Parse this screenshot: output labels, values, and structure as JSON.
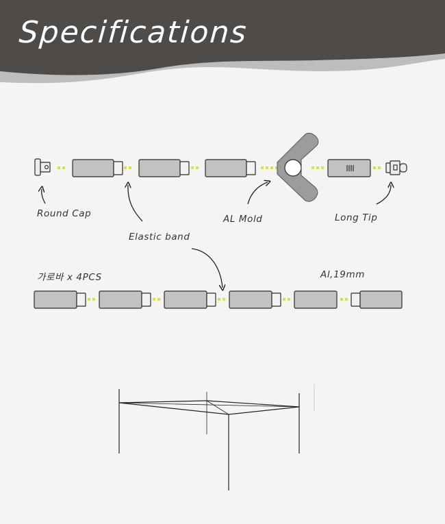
{
  "header": {
    "title": "Specifications",
    "background_color": "#4e4b48",
    "wave_color": "#bdbdbd"
  },
  "labels": {
    "round_cap": "Round Cap",
    "elastic_band": "Elastic band",
    "al_mold": "AL Mold",
    "long_tip": "Long Tip",
    "crossbar_count": "가로바 x 4PCS",
    "material_size": "Al,19mm"
  },
  "colors": {
    "tube_fill": "#c2c2c2",
    "tube_stroke": "#2a2a2a",
    "band_color": "#d7e04a",
    "mold_fill": "#9c9c9c"
  },
  "icons": [
    "round-cap-icon",
    "long-tip-icon",
    "al-mold-icon",
    "arrow-icon"
  ]
}
